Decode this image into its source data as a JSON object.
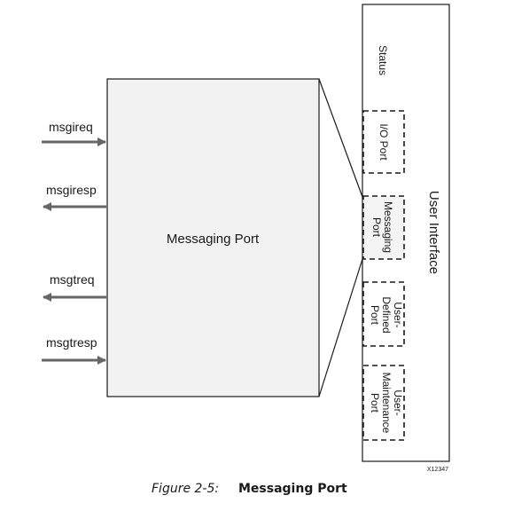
{
  "colors": {
    "background": "#ffffff",
    "line": "#1a1a1a",
    "block_fill": "#f2f2f2",
    "arrow": "#666666",
    "dashed_fill": "#f4f4f4"
  },
  "signals": {
    "msgireq": "msgireq",
    "msgiresp": "msgiresp",
    "msgtreq": "msgtreq",
    "msgtresp": "msgtresp"
  },
  "main_block": {
    "label": "Messaging Port"
  },
  "user_interface": {
    "label": "User Interface",
    "status": "Status",
    "ports": {
      "io_port": "I/O Port",
      "messaging_port_line1": "Messaging",
      "messaging_port_line2": "Port",
      "user_defined_line1": "User-",
      "user_defined_line2": "Defined",
      "user_defined_line3": "Port",
      "user_maintenance_line1": "User-",
      "user_maintenance_line2": "Maintenance",
      "user_maintenance_line3": "Port"
    }
  },
  "figure_id": "X12347",
  "caption": {
    "prefix": "Figure 2-5:",
    "title": "Messaging Port"
  }
}
